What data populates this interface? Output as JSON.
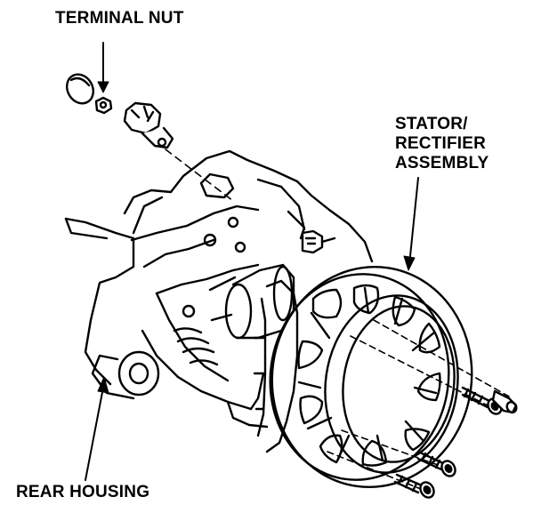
{
  "labels": {
    "terminal_nut": "TERMINAL NUT",
    "stator_line1": "STATOR/",
    "stator_line2": "RECTIFIER",
    "stator_line3": "ASSEMBLY",
    "rear_housing": "REAR HOUSING"
  },
  "colors": {
    "ink": "#000000",
    "paper": "#ffffff"
  }
}
